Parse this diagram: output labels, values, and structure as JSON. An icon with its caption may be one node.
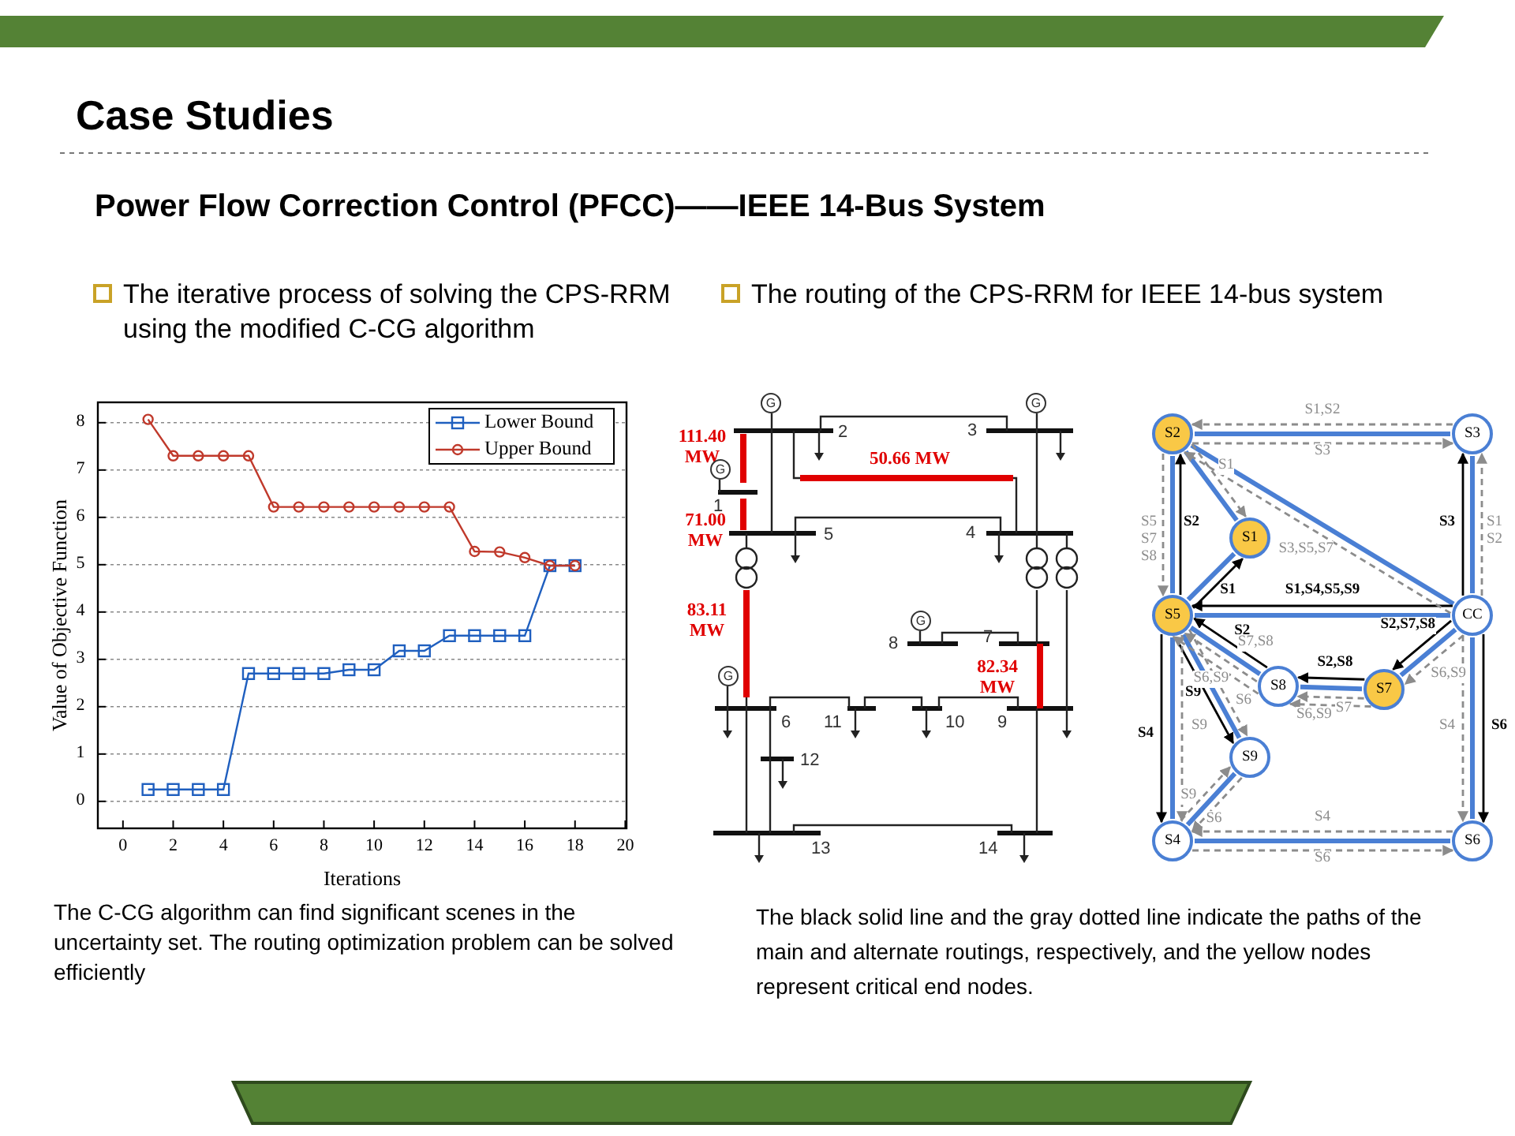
{
  "diagram": {
    "title": "Case Studies",
    "nodes": [
      {
        "text": [
          "S2"
        ]
      },
      {
        "text": [
          "S3"
        ]
      },
      {
        "text": [
          "S1"
        ]
      },
      {
        "text": [
          "S5"
        ]
      },
      {
        "text": [
          "CC"
        ]
      },
      {
        "text": [
          "S8"
        ]
      },
      {
        "text": [
          "S7"
        ]
      },
      {
        "text": [
          "S9"
        ]
      },
      {
        "text": [
          "S4"
        ]
      },
      {
        "text": [
          "S6"
        ]
      }
    ],
    "edges": [
      {
        "from": 0,
        "to": 1,
        "arrow": "none",
        "style": "thick",
        "color": "#4a7fd4"
      },
      {
        "from": 0,
        "to": 2,
        "arrow": "none",
        "style": "thick",
        "color": "#4a7fd4"
      },
      {
        "from": 0,
        "to": 4,
        "arrow": "none",
        "style": "thick",
        "color": "#4a7fd4"
      },
      {
        "from": 0,
        "to": 3,
        "arrow": "none",
        "style": "thick",
        "color": "#4a7fd4"
      },
      {
        "from": 1,
        "to": 4,
        "arrow": "none",
        "style": "thick",
        "color": "#4a7fd4"
      },
      {
        "from": 3,
        "to": 2,
        "arrow": "none",
        "style": "thick",
        "color": "#4a7fd4"
      },
      {
        "from": 3,
        "to": 4,
        "arrow": "none",
        "style": "thick",
        "color": "#4a7fd4"
      },
      {
        "from": 3,
        "to": 5,
        "arrow": "none",
        "style": "thick",
        "color": "#4a7fd4"
      },
      {
        "from": 5,
        "to": 6,
        "arrow": "none",
        "style": "thick",
        "color": "#4a7fd4"
      },
      {
        "from": 6,
        "to": 4,
        "arrow": "none",
        "style": "thick",
        "color": "#4a7fd4"
      },
      {
        "from": 3,
        "to": 7,
        "arrow": "none",
        "style": "thick",
        "color": "#4a7fd4"
      },
      {
        "from": 3,
        "to": 8,
        "arrow": "none",
        "style": "thick",
        "color": "#4a7fd4"
      },
      {
        "from": 7,
        "to": 8,
        "arrow": "none",
        "style": "thick",
        "color": "#4a7fd4"
      },
      {
        "from": 8,
        "to": 9,
        "arrow": "none",
        "style": "thick",
        "color": "#4a7fd4"
      },
      {
        "from": 4,
        "to": 9,
        "arrow": "none",
        "style": "thick",
        "color": "#4a7fd4"
      },
      {
        "from": 3,
        "to": 0,
        "arrow": "to",
        "label": "S2",
        "color": "#000000"
      },
      {
        "from": 3,
        "to": 2,
        "arrow": "to",
        "label": "S1",
        "color": "#000000"
      },
      {
        "from": 4,
        "to": 1,
        "arrow": "to",
        "label": "S3",
        "color": "#000000"
      },
      {
        "from": 4,
        "to": 3,
        "arrow": "to",
        "label": "S1,S4,S5,S9",
        "color": "#000000"
      },
      {
        "from": 5,
        "to": 3,
        "arrow": "to",
        "label": "S2",
        "color": "#000000"
      },
      {
        "from": 4,
        "to": 6,
        "arrow": "to",
        "label": "S2,S7,S8",
        "color": "#000000"
      },
      {
        "from": 6,
        "to": 5,
        "arrow": "to",
        "label": "S2,S8",
        "color": "#000000"
      },
      {
        "from": 3,
        "to": 7,
        "arrow": "to",
        "label": "S9",
        "color": "#000000"
      },
      {
        "from": 3,
        "to": 8,
        "arrow": "to",
        "label": "S4",
        "color": "#000000"
      },
      {
        "from": 4,
        "to": 9,
        "arrow": "to",
        "label": "S6",
        "color": "#000000"
      },
      {
        "from": 1,
        "to": 0,
        "arrow": "to",
        "label": "S1,S2",
        "style": "dashed",
        "color": "#8c8c8c"
      },
      {
        "from": 0,
        "to": 1,
        "arrow": "to",
        "label": "S3",
        "style": "dashed",
        "color": "#8c8c8c"
      },
      {
        "from": 4,
        "to": 0,
        "arrow": "to",
        "label": "S3,S5,S7",
        "style": "dashed",
        "color": "#8c8c8c"
      },
      {
        "from": 0,
        "to": 2,
        "arrow": "to",
        "label": "S1",
        "style": "dashed",
        "color": "#8c8c8c"
      },
      {
        "from": 0,
        "to": 3,
        "arrow": "to",
        "label": "S5 S7 S8",
        "style": "dashed",
        "color": "#8c8c8c"
      },
      {
        "from": 4,
        "to": 1,
        "arrow": "to",
        "label": "S1 S2",
        "style": "dashed",
        "color": "#8c8c8c"
      },
      {
        "from": 5,
        "to": 3,
        "arrow": "to",
        "label": "S7,S8",
        "style": "dashed",
        "color": "#8c8c8c"
      },
      {
        "from": 5,
        "to": 3,
        "arrow": "to",
        "label": "S6,S9",
        "style": "dashed",
        "color": "#8c8c8c"
      },
      {
        "from": 3,
        "to": 7,
        "arrow": "to",
        "label": "S6",
        "style": "dashed",
        "color": "#8c8c8c"
      },
      {
        "from": 6,
        "to": 5,
        "arrow": "to",
        "label": "S7",
        "style": "dashed",
        "color": "#8c8c8c"
      },
      {
        "from": 6,
        "to": 5,
        "arrow": "to",
        "label": "S6,S9",
        "style": "dashed",
        "color": "#8c8c8c"
      },
      {
        "from": 4,
        "to": 6,
        "arrow": "to",
        "label": "S6,S9",
        "style": "dashed",
        "color": "#8c8c8c"
      },
      {
        "from": 3,
        "to": 8,
        "arrow": "to",
        "label": "S9",
        "style": "dashed",
        "color": "#8c8c8c"
      },
      {
        "from": 8,
        "to": 7,
        "arrow": "to",
        "label": "S9",
        "style": "dashed",
        "color": "#8c8c8c"
      },
      {
        "from": 7,
        "to": 8,
        "arrow": "to",
        "label": "S6",
        "style": "dashed",
        "color": "#8c8c8c"
      },
      {
        "from": 4,
        "to": 9,
        "arrow": "to",
        "label": "S4",
        "style": "dashed",
        "color": "#8c8c8c"
      },
      {
        "from": 9,
        "to": 8,
        "arrow": "to",
        "label": "S4",
        "style": "dashed",
        "color": "#8c8c8c"
      },
      {
        "from": 8,
        "to": 9,
        "arrow": "to",
        "label": "S6",
        "style": "dashed",
        "color": "#8c8c8c"
      }
    ],
    "labels": [
      "Power Flow Correction Control (PFCC)——IEEE 14-Bus System",
      "The iterative process of solving the CPS-RRM using the modified C-CG algorithm",
      "The routing of the CPS-RRM for IEEE 14-bus system",
      "111.40 MW",
      "2",
      "3",
      "50.66 MW",
      "1",
      "71.00 MW",
      "5",
      "4",
      "83.11 MW",
      "8",
      "7",
      "82.34 MW",
      "6",
      "11",
      "10",
      "9",
      "12",
      "13",
      "14",
      "The C-CG algorithm can find significant scenes in the uncertainty set. The routing optimization problem can be solved efficiently",
      "The black solid line and the gray dotted line indicate the paths of the main and alternate routings, respectively, and the yellow nodes represent critical end nodes.",
      "G",
      "G",
      "G",
      "G",
      "G"
    ],
    "chart_data": {
      "type": "line",
      "xlabel": "Iterations",
      "ylabel": "Value of Objective Function",
      "x": [
        1,
        2,
        3,
        4,
        5,
        6,
        7,
        8,
        9,
        10,
        11,
        12,
        13,
        14,
        15,
        16,
        17,
        18
      ],
      "grid": true,
      "legend": true,
      "series": [
        {
          "name": "Lower Bound",
          "color": "#1f5fbf",
          "marker": "square",
          "values": [
            0.25,
            0.25,
            0.25,
            0.25,
            2.7,
            2.7,
            2.7,
            2.7,
            2.78,
            2.78,
            3.18,
            3.18,
            3.5,
            3.5,
            3.5,
            3.5,
            4.98,
            4.98
          ]
        },
        {
          "name": "Upper Bound",
          "color": "#c0392b",
          "marker": "circle",
          "values": [
            8.07,
            7.3,
            7.3,
            7.3,
            7.3,
            6.22,
            6.22,
            6.22,
            6.22,
            6.22,
            6.22,
            6.22,
            6.22,
            5.28,
            5.27,
            5.15,
            4.98,
            4.98
          ]
        }
      ],
      "xlim": [
        -1,
        20.05
      ],
      "ylim": [
        -0.57,
        8.43
      ],
      "xticks": [
        0,
        2,
        4,
        6,
        8,
        10,
        12,
        14,
        16,
        18,
        20
      ],
      "yticks": [
        0,
        1,
        2,
        3,
        4,
        5,
        6,
        7,
        8
      ]
    }
  }
}
